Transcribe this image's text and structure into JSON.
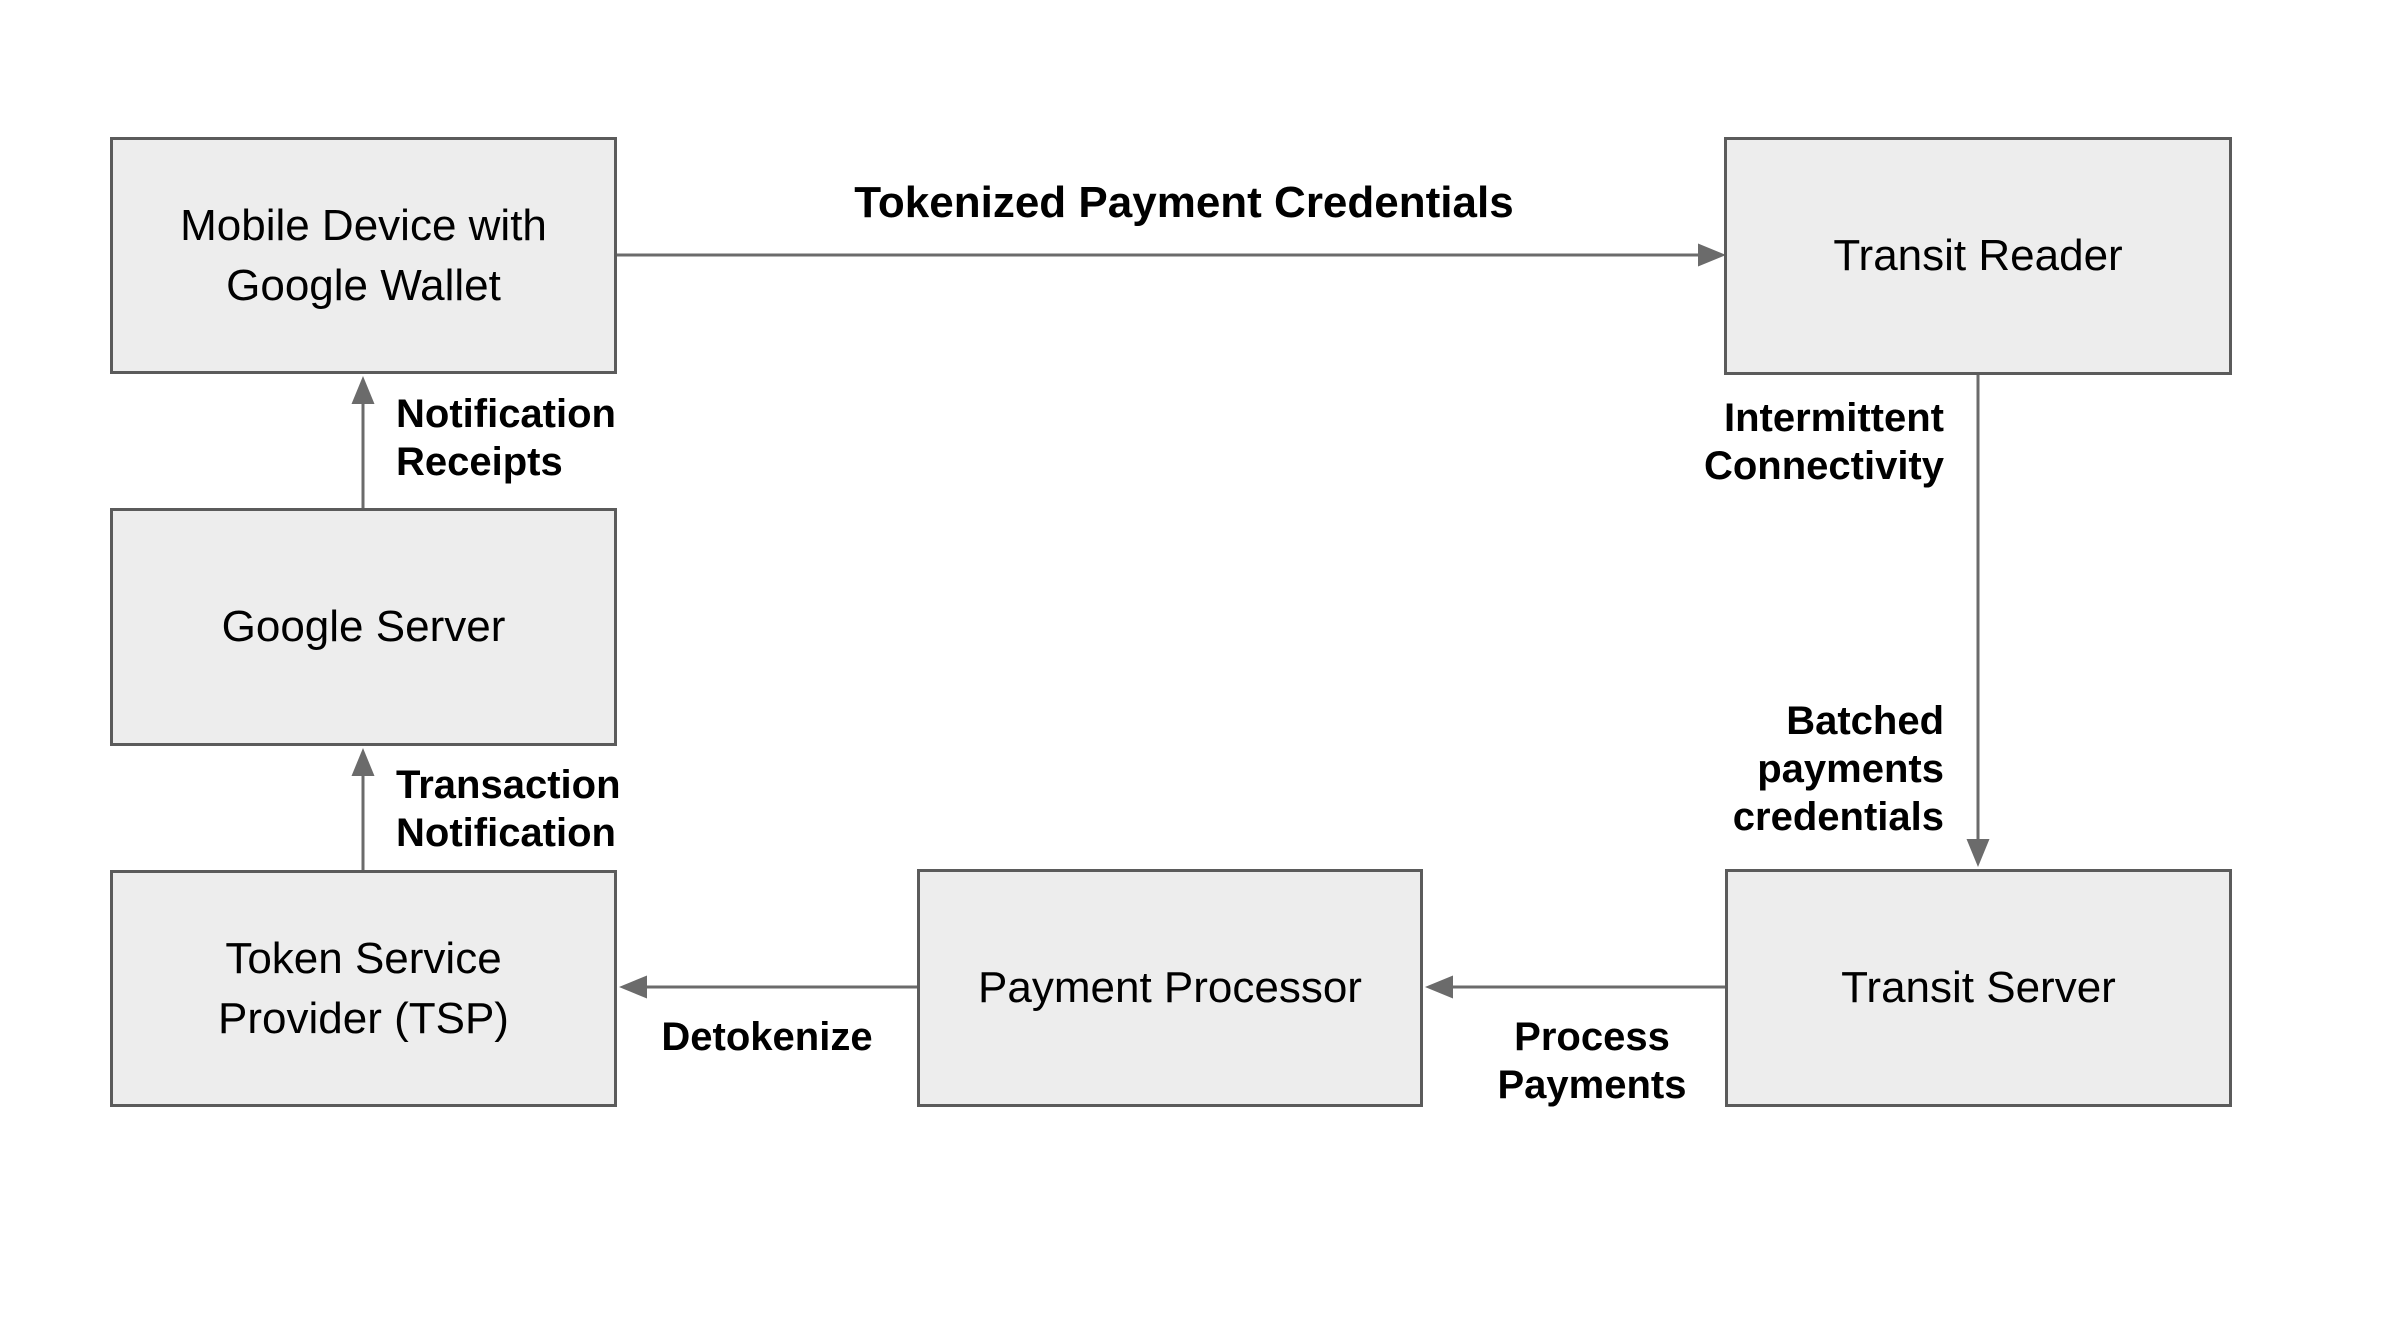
{
  "diagram": {
    "title_hint": "Google Wallet transit tokenized payment flow",
    "nodes": [
      {
        "id": "mobile-device",
        "label": "Mobile Device with\nGoogle Wallet"
      },
      {
        "id": "transit-reader",
        "label": "Transit Reader"
      },
      {
        "id": "google-server",
        "label": "Google Server"
      },
      {
        "id": "tsp",
        "label": "Token Service\nProvider (TSP)"
      },
      {
        "id": "payment-processor",
        "label": "Payment Processor"
      },
      {
        "id": "transit-server",
        "label": "Transit Server"
      }
    ],
    "edges": [
      {
        "id": "tokenized-payment-credentials",
        "from": "mobile-device",
        "to": "transit-reader",
        "label": "Tokenized Payment Credentials"
      },
      {
        "id": "notification-receipts",
        "from": "google-server",
        "to": "mobile-device",
        "label": "Notification\nReceipts"
      },
      {
        "id": "transaction-notification",
        "from": "tsp",
        "to": "google-server",
        "label": "Transaction\nNotification"
      },
      {
        "id": "intermittent-connectivity",
        "from": "transit-reader",
        "to": "transit-server",
        "label": "Intermittent\nConnectivity"
      },
      {
        "id": "batched-payments-credentials",
        "from": "transit-reader",
        "to": "transit-server",
        "label": "Batched\npayments\ncredentials"
      },
      {
        "id": "process-payments",
        "from": "transit-server",
        "to": "payment-processor",
        "label": "Process\nPayments"
      },
      {
        "id": "detokenize",
        "from": "payment-processor",
        "to": "tsp",
        "label": "Detokenize"
      }
    ],
    "colors": {
      "background": "#ffffff",
      "box_fill": "#ededed",
      "box_border": "#5b5b5b",
      "arrow": "#6b6b6b",
      "text": "#000000"
    }
  }
}
